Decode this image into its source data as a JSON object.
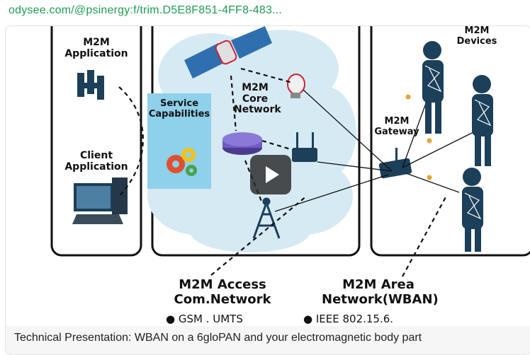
{
  "link_url": "odysee.com/@psinergy:f/trim.D5E8F851-4FF8-483...",
  "caption": "Technical Presentation:  WBAN on a 6gloPAN and your electromagnetic body part",
  "diagram": {
    "m2m_application": "M2M\nApplication",
    "client_application": "Client\nApplication",
    "service_capabilities": "Service\nCapabilities",
    "core_network": "M2M\nCore\nNetwork",
    "gateway": "M2M\nGateway",
    "devices": "M2M\nDevices",
    "access_network": "M2M Access\nCom.Network",
    "area_network": "M2M Area\nNetwork(WBAN)",
    "access_bullet": "GSM . UMTS",
    "area_bullet": "IEEE 802.15.6."
  },
  "colors": {
    "link": "#1f9d55",
    "cloud": "#d6eaf4",
    "service_box": "#8fd0ea",
    "device": "#1c3f5a",
    "gateway_node": "#e8a33a"
  }
}
